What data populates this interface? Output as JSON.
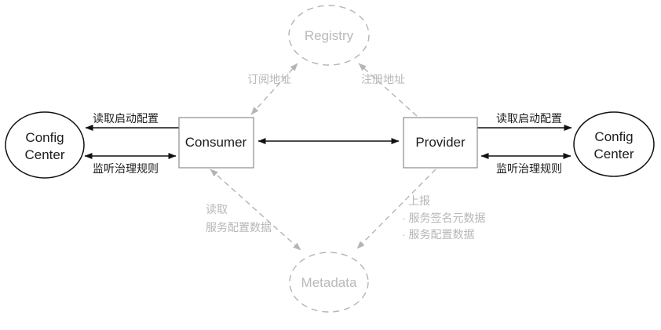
{
  "diagram": {
    "nodes": {
      "registry": {
        "label": "Registry"
      },
      "metadata": {
        "label": "Metadata"
      },
      "consumer": {
        "label": "Consumer"
      },
      "provider": {
        "label": "Provider"
      },
      "config_center_left": {
        "line1": "Config",
        "line2": "Center"
      },
      "config_center_right": {
        "line1": "Config",
        "line2": "Center"
      }
    },
    "edges": {
      "consumer_registry": {
        "label": "订阅地址"
      },
      "provider_registry": {
        "label": "注册地址"
      },
      "config_left_read": {
        "label": "读取启动配置"
      },
      "config_left_listen": {
        "label": "监听治理规则"
      },
      "config_right_read": {
        "label": "读取启动配置"
      },
      "config_right_listen": {
        "label": "监听治理规则"
      },
      "consumer_metadata": {
        "line1": "读取",
        "line2": "服务配置数据"
      },
      "provider_metadata": {
        "line1": "上报",
        "line2": "· 服务签名元数据",
        "line3": "· 服务配置数据"
      }
    },
    "colors": {
      "muted_gray": "#b4b4b4",
      "muted_text": "#b7b7b7",
      "solid_black": "#111111",
      "box_border": "#8c8c8c",
      "background": "#ffffff"
    }
  }
}
